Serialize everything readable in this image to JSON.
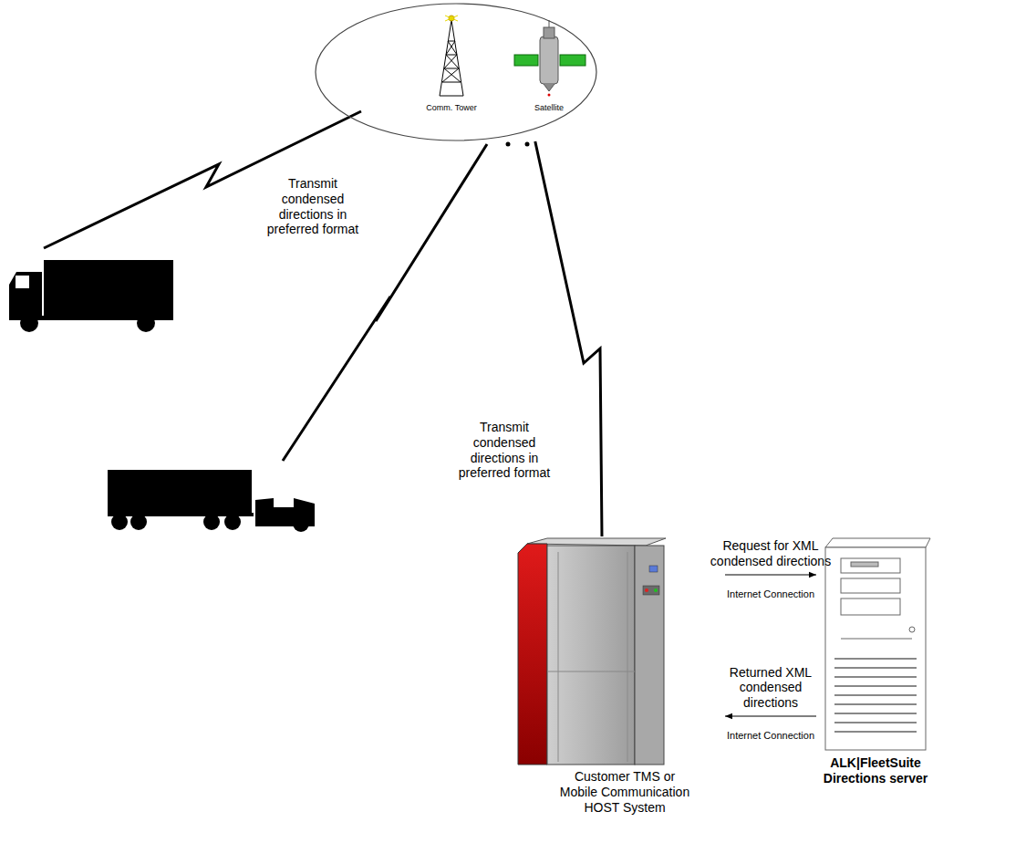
{
  "diagram": {
    "nodes": [
      {
        "text": [
          "Comm. Tower",
          "Satellite"
        ]
      },
      {
        "text": [
          "Customer TMS or Mobile Communication HOST System"
        ]
      },
      {
        "text": [
          "ALK|FleetSuite Directions server"
        ]
      }
    ],
    "edges": [
      {
        "from": 0,
        "to": 1,
        "arrow": "none",
        "label": "Transmit condensed directions in preferred format"
      },
      {
        "from": 1,
        "to": 2,
        "arrow": "to",
        "label": "Request for XML condensed directions"
      },
      {
        "from": 2,
        "to": 1,
        "arrow": "to",
        "label": "Returned XML condensed directions"
      }
    ],
    "labels": [
      "Transmit condensed directions in preferred format",
      "Internet Connection",
      "Internet Connection"
    ]
  }
}
